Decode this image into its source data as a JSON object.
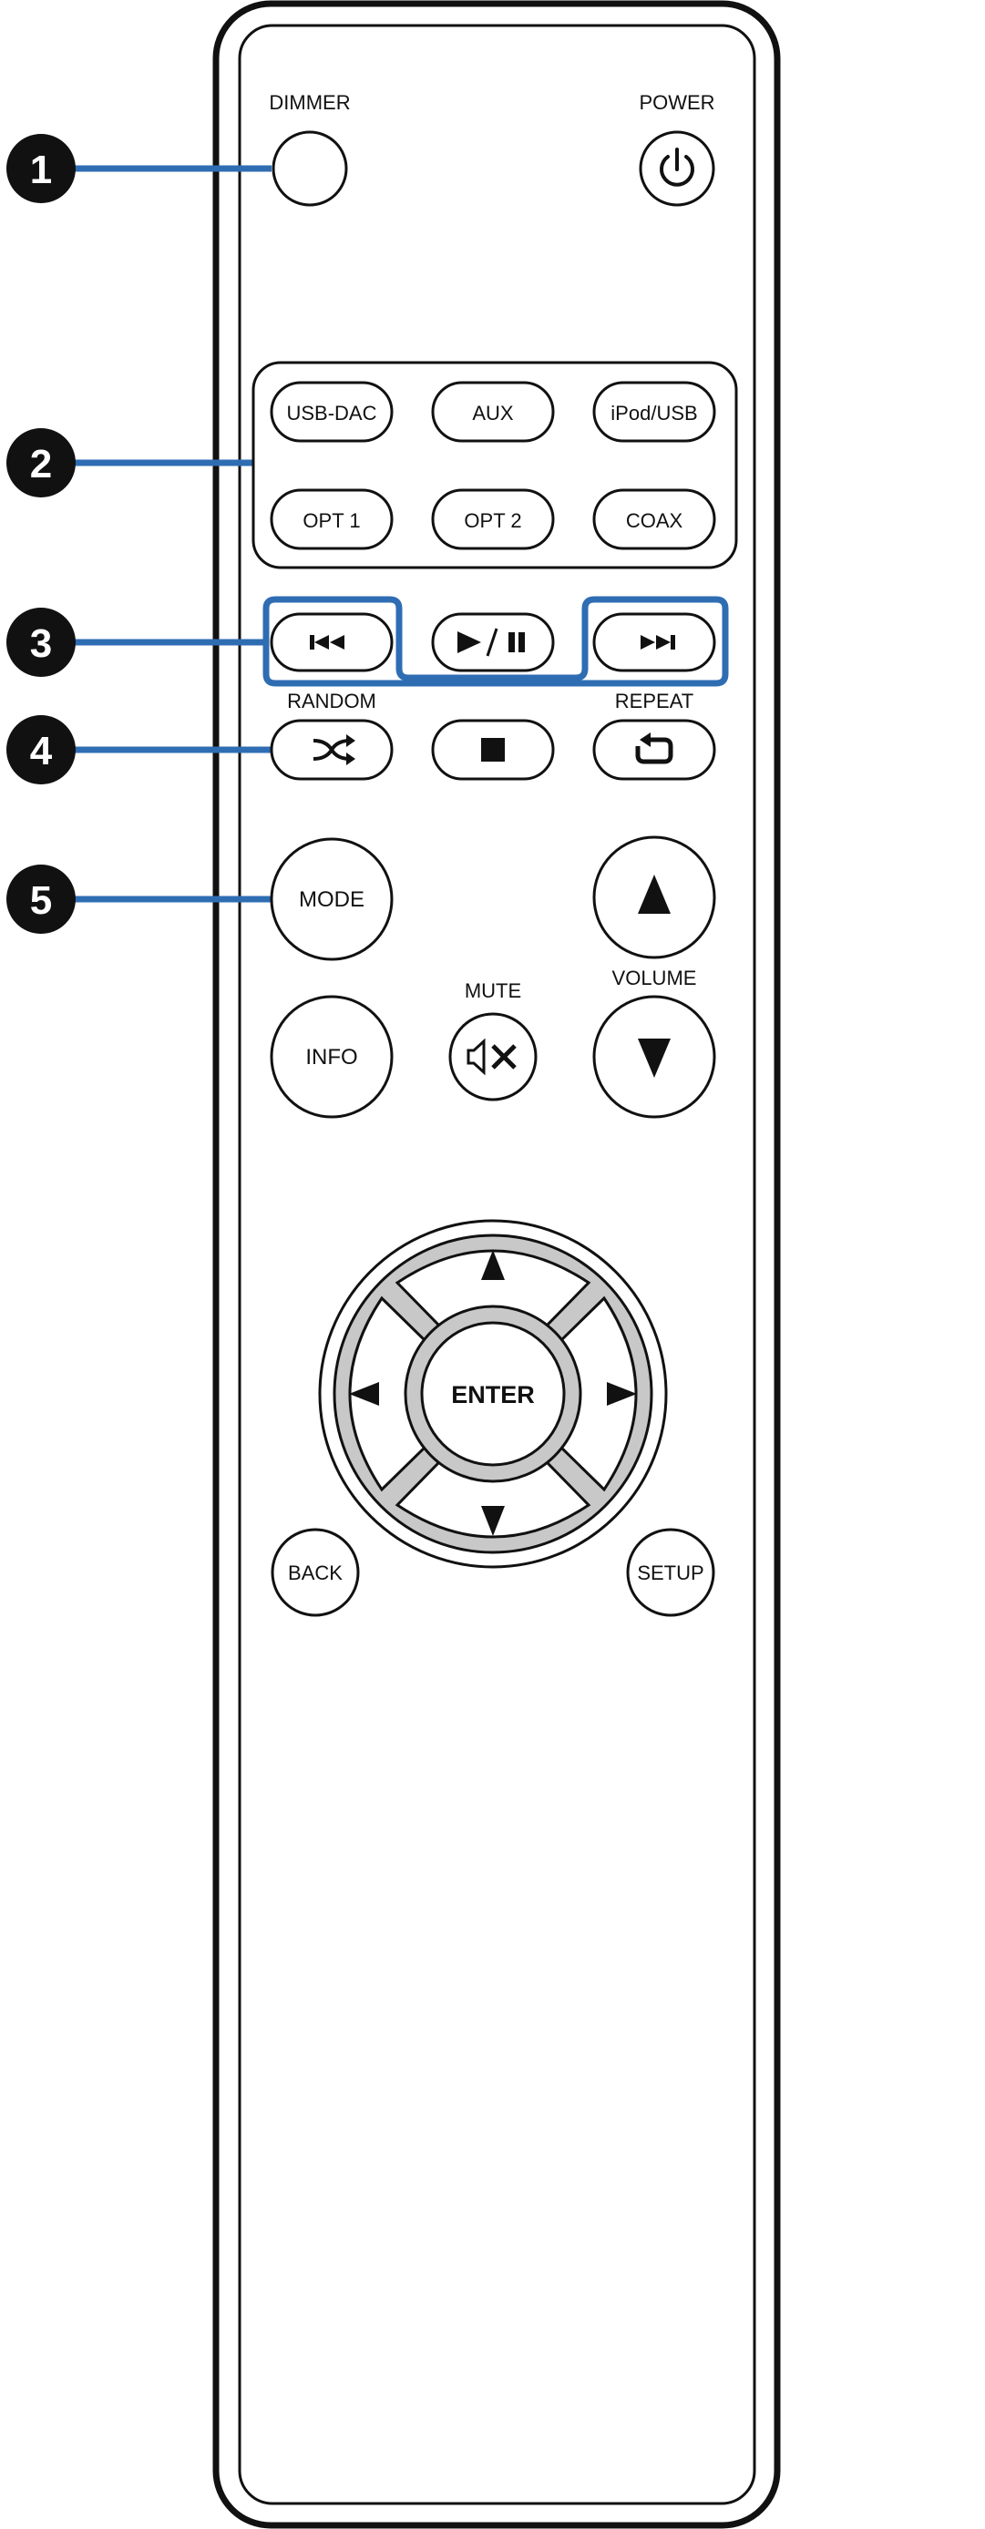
{
  "colors": {
    "callout": "#2f6db3",
    "outline": "#111111",
    "dpad_ring": "#c8c8c8"
  },
  "top": {
    "dimmer_label": "DIMMER",
    "power_label": "POWER"
  },
  "source_buttons": [
    "USB-DAC",
    "AUX",
    "iPod/USB",
    "OPT 1",
    "OPT 2",
    "COAX"
  ],
  "labels": {
    "random": "RANDOM",
    "repeat": "REPEAT",
    "mute": "MUTE",
    "volume": "VOLUME"
  },
  "buttons": {
    "mode": "MODE",
    "info": "INFO",
    "enter": "ENTER",
    "back": "BACK",
    "setup": "SETUP"
  },
  "callouts": [
    "1",
    "2",
    "3",
    "4",
    "5"
  ],
  "icons": [
    "power-icon",
    "previous-icon",
    "play-pause-icon",
    "next-icon",
    "random-icon",
    "stop-icon",
    "repeat-icon",
    "volume-up-icon",
    "mute-icon",
    "volume-down-icon",
    "dpad-up-icon",
    "dpad-left-icon",
    "dpad-right-icon",
    "dpad-down-icon"
  ]
}
